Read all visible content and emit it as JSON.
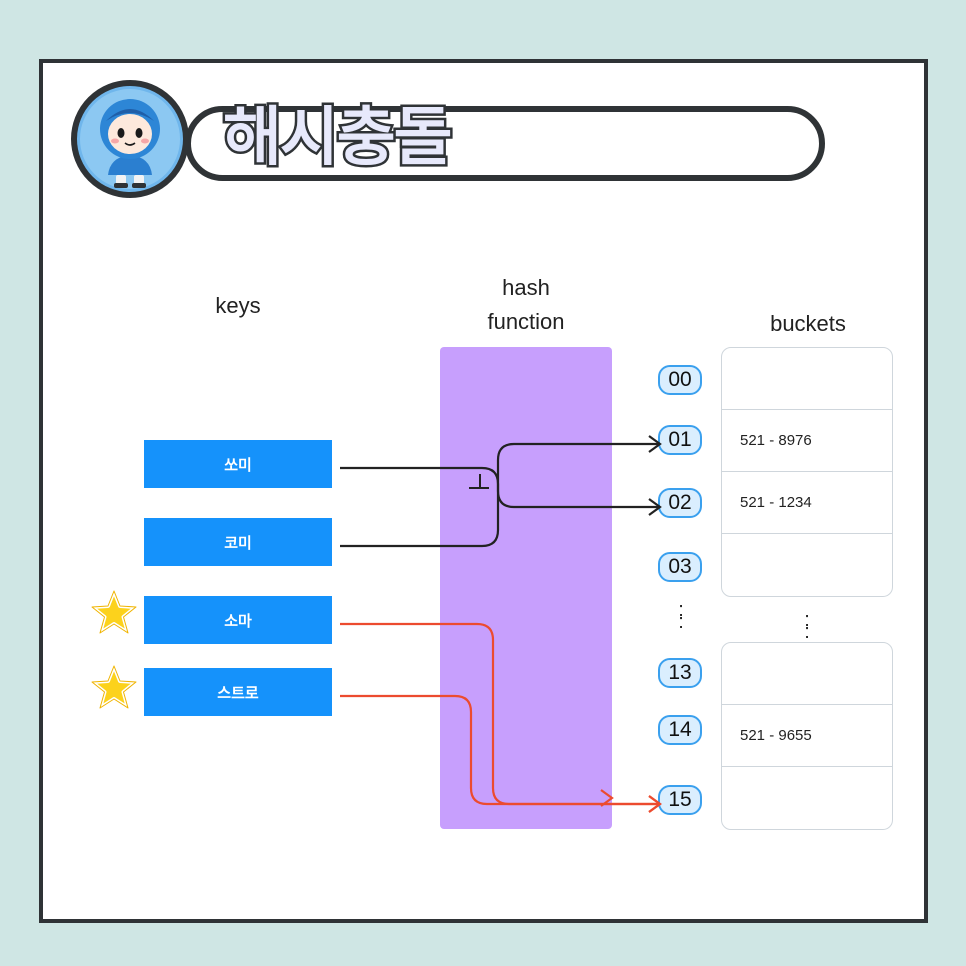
{
  "title": "해시충돌",
  "columns": {
    "keys": "keys",
    "hash_function": "hash\nfunction",
    "buckets": "buckets"
  },
  "keys": [
    {
      "label": "쏘미",
      "starred": false
    },
    {
      "label": "코미",
      "starred": false
    },
    {
      "label": "소마",
      "starred": true
    },
    {
      "label": "스트로",
      "starred": true
    }
  ],
  "indices": [
    "00",
    "01",
    "02",
    "03",
    "13",
    "14",
    "15"
  ],
  "ellipsis": ":",
  "bucket_groups": [
    {
      "cells": [
        "",
        "521 - 8976",
        "521 - 1234",
        ""
      ]
    },
    {
      "cells": [
        "",
        "521 - 9655",
        ""
      ]
    }
  ],
  "connections": [
    {
      "from": "쏘미",
      "to": "02",
      "color": "#222222"
    },
    {
      "from": "코미",
      "to": "01",
      "color": "#222222"
    },
    {
      "from": "소마",
      "to": "15",
      "color": "#ec4b2f"
    },
    {
      "from": "스트로",
      "to": "15",
      "color": "#ec4b2f"
    }
  ],
  "colors": {
    "background": "#cfe6e4",
    "key_fill": "#1592fb",
    "hash_fill": "#c79ffd",
    "index_fill": "#daeefe",
    "index_border": "#3aa0ee",
    "collision_line": "#ec4b2f",
    "normal_line": "#222222",
    "star": "#fcd21c"
  },
  "icons": {
    "avatar": "hooded-character-avatar",
    "star": "star-icon"
  }
}
